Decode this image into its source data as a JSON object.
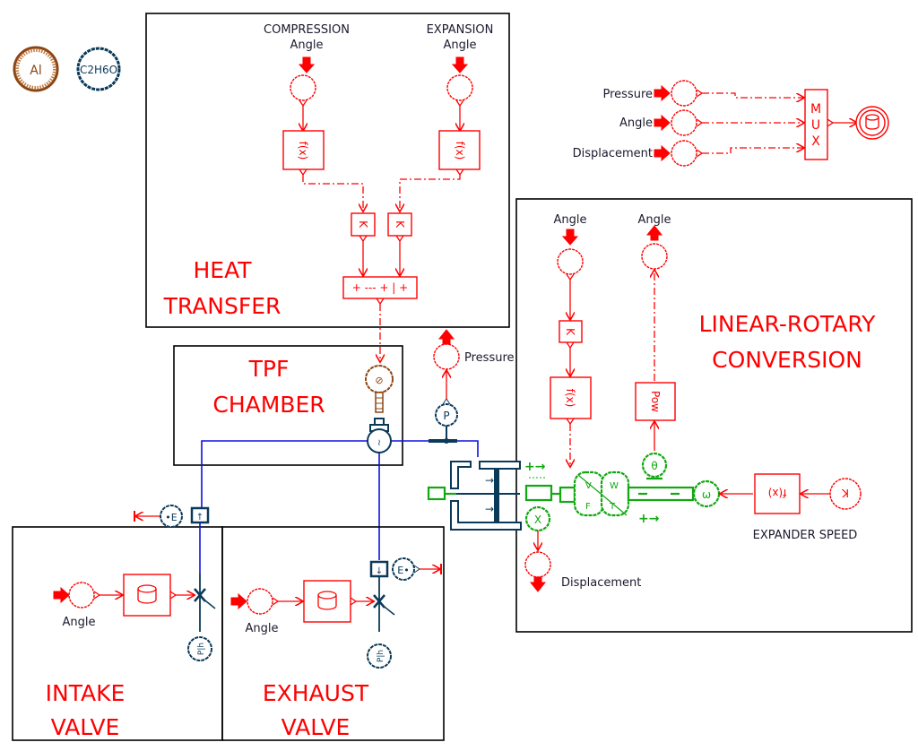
{
  "diagram": {
    "type": "amesim-sketch",
    "colors": {
      "signal": "#ff0000",
      "hydraulic": "#0a3a5a",
      "hydraulic_line": "#1010e0",
      "mechanical": "#12a812",
      "thermal": "#8b4513",
      "frame": "#000000",
      "label": "#1a1a2e"
    },
    "properties": {
      "material_icon": "Al",
      "fluid_icon": "C2H6O"
    },
    "subsystems": {
      "heat_transfer": {
        "title_line1": "HEAT",
        "title_line2": "TRANSFER"
      },
      "tpf_chamber": {
        "title_line1": "TPF",
        "title_line2": "CHAMBER"
      },
      "linear_rotary": {
        "title_line1": "LINEAR-ROTARY",
        "title_line2": "CONVERSION"
      },
      "intake_valve": {
        "title_line1": "INTAKE",
        "title_line2": "VALVE"
      },
      "exhaust_valve": {
        "title_line1": "EXHAUST",
        "title_line2": "VALVE"
      }
    },
    "labels": {
      "compression": "COMPRESSION",
      "expansion": "EXPANSION",
      "angle": "Angle",
      "pressure": "Pressure",
      "displacement": "Displacement",
      "expander_speed": "EXPANDER SPEED"
    },
    "mux": {
      "inputs": [
        "Pressure",
        "Angle",
        "Displacement"
      ],
      "label": "MUX"
    },
    "block_symbols": {
      "function": "f(x)",
      "gain": "K",
      "sum": "+ --- + | +",
      "lookup": "f(x)",
      "pow": "Pow",
      "constant": "K",
      "pressure_sensor": "P",
      "displacement_sensor": "X",
      "angle_sensor": "θ",
      "speed_source": "ω",
      "energy_in": "•E",
      "energy_out": "E•",
      "orifice": "P|h"
    }
  }
}
